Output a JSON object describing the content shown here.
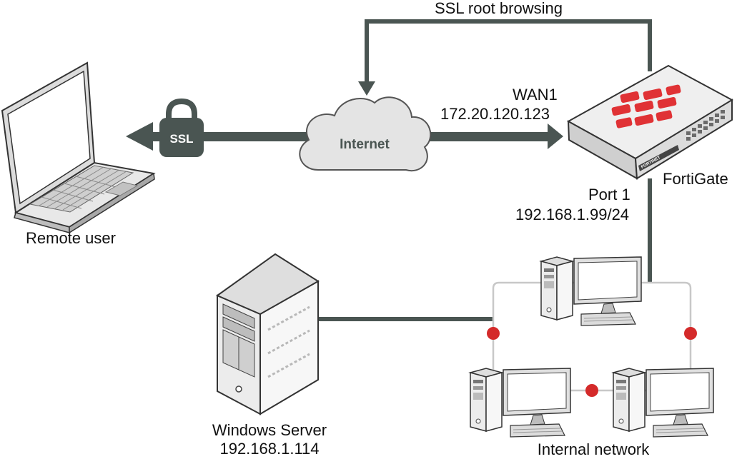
{
  "labels": {
    "ssl_root_browsing": "SSL root browsing",
    "wan_name": "WAN1",
    "wan_ip": "172.20.120.123",
    "fortigate": "FortiGate",
    "port_name": "Port 1",
    "port_ip": "192.168.1.99/24",
    "remote_user": "Remote user",
    "internet": "Internet",
    "ssl_badge": "SSL",
    "windows_server": "Windows Server",
    "server_ip": "192.168.1.114",
    "internal_network": "Internal network",
    "fortinet_brand": "FORTINET"
  },
  "colors": {
    "link_dark": "#4a5552",
    "link_light": "#c8c8c8",
    "node_red": "#d42a2a",
    "cloud_fill": "#e4e4e4",
    "fortinet_red": "#e03235"
  },
  "icons": [
    "laptop-icon",
    "lock-icon",
    "cloud-icon",
    "fortigate-icon",
    "server-icon",
    "workstation-icon"
  ]
}
